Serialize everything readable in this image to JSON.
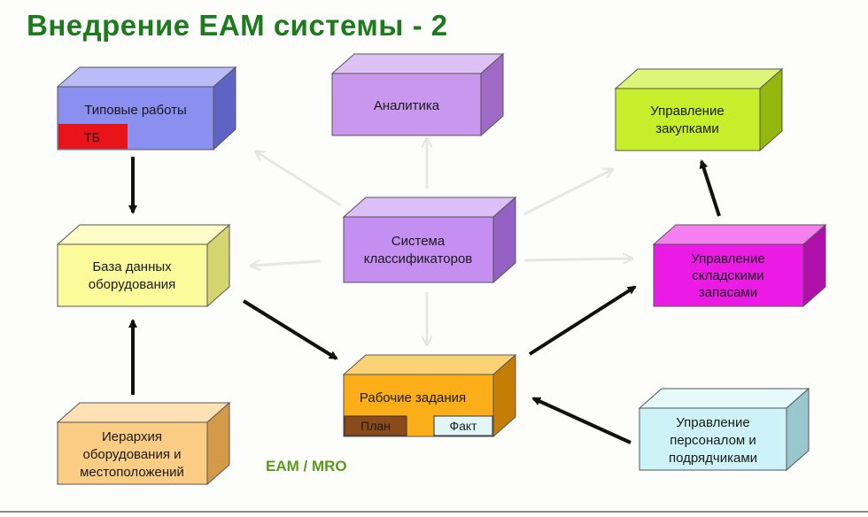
{
  "title": "Внедрение ЕАМ системы - 2",
  "subtitle": "EAM / MRO",
  "colors": {
    "title": "#1e7a1e",
    "subtitle": "#5a9a1a",
    "typical": "#8a8ff0",
    "analytics": "#c997ee",
    "procurement": "#c6ee2a",
    "database": "#fbfb9c",
    "classifiers": "#c48ff0",
    "inventory": "#ec1ae5",
    "workorders": "#fbae17",
    "hierarchy": "#fbcc84",
    "personnel": "#cdf2f7",
    "tb_tag": "#e8141a",
    "plan_tag": "#8b4a1a",
    "fact_tag": "#e2f6f8"
  },
  "boxes": {
    "typical": {
      "lines": [
        "Типовые работы"
      ],
      "tag": "ТБ"
    },
    "analytics": {
      "lines": [
        "Аналитика"
      ]
    },
    "procurement": {
      "lines": [
        "Управление",
        "закупками"
      ]
    },
    "database": {
      "lines": [
        "База данных",
        "оборудования"
      ]
    },
    "classifiers": {
      "lines": [
        "Система",
        "классификаторов"
      ]
    },
    "inventory": {
      "lines": [
        "Управление",
        "складскими",
        "запасами"
      ]
    },
    "workorders": {
      "lines": [
        "Рабочие задания"
      ],
      "plan": "План",
      "fact": "Факт"
    },
    "hierarchy": {
      "lines": [
        "Иерархия",
        "оборудования и",
        "местоположений"
      ]
    },
    "personnel": {
      "lines": [
        "Управление",
        "персоналом и",
        "подрядчиками"
      ]
    }
  }
}
